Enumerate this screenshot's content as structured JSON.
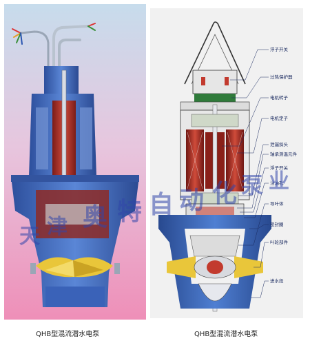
{
  "captions": {
    "left": "QHB型混流潜水电泵",
    "right": "QHB型混流潜水电泵"
  },
  "labels": [
    "浮子开关",
    "过热保护器",
    "电机转子",
    "电机定子",
    "泄漏探头",
    "轴承测温元件",
    "浮子开关",
    "注油孔",
    "导叶体",
    "密封圈",
    "叶轮部件",
    "进水段"
  ],
  "watermark": [
    "天",
    "津",
    "奥",
    "特",
    "自",
    "动",
    "化",
    "泵",
    "业"
  ],
  "colors": {
    "left_bg_top": "#c7dcec",
    "left_bg_bottom": "#ee8fb8",
    "right_bg": "#f1f1f1",
    "pump_blue": "#3a62b8",
    "motor_red": "#b4342c",
    "impeller_yellow": "#e9c63a",
    "watermark": "#3246aa"
  }
}
